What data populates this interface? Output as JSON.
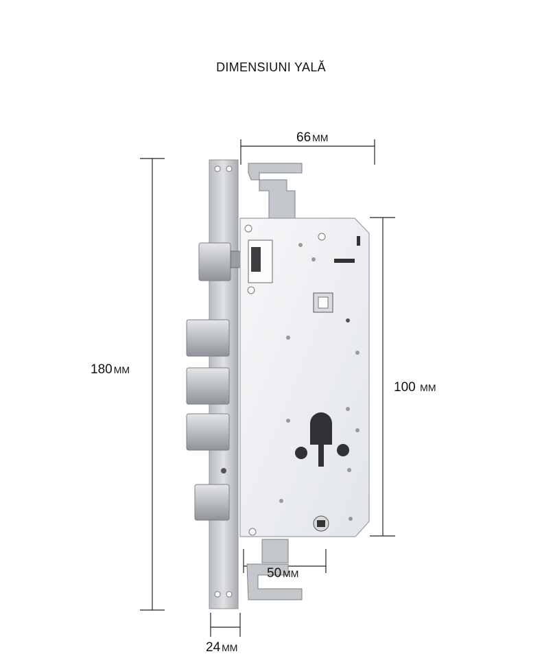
{
  "title": "DIMENSIUNI YALĂ",
  "dimensions": {
    "width_body": {
      "value": "66",
      "unit": "MM"
    },
    "height_total": {
      "value": "180",
      "unit": "MM"
    },
    "height_case": {
      "value": "100",
      "unit": "MM"
    },
    "hook_spacing": {
      "value": "50",
      "unit": "MM"
    },
    "faceplate_width": {
      "value": "24",
      "unit": "MM"
    }
  },
  "colors": {
    "dimension_line": "#222222",
    "steel": "#c9ccd0",
    "case": "#eef0f3"
  }
}
